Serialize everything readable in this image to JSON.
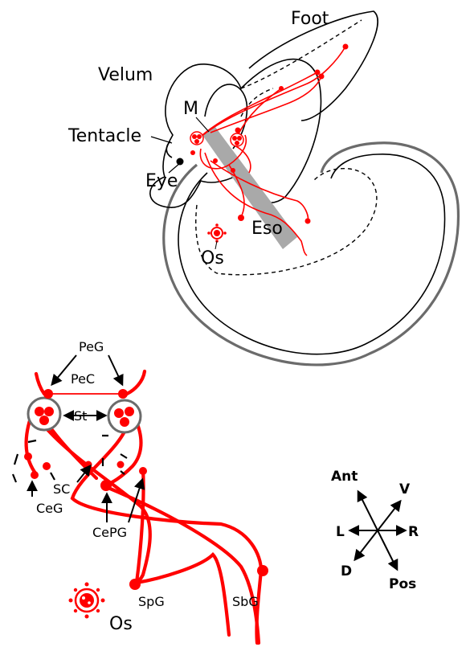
{
  "top_diagram": {
    "labels": {
      "foot": "Foot",
      "velum": "Velum",
      "m": "M",
      "tentacle": "Tentacle",
      "eye": "Eye",
      "eso": "Eso",
      "os": "Os"
    }
  },
  "bottom_diagram": {
    "labels": {
      "peg": "PeG",
      "pec": "PeC",
      "st": "St",
      "sc": "SC",
      "ceg": "CeG",
      "cepg": "CePG",
      "spg": "SpG",
      "sbg": "SbG",
      "os": "Os"
    }
  },
  "compass": {
    "ant": "Ant",
    "v": "V",
    "l": "L",
    "r": "R",
    "d": "D",
    "pos": "Pos"
  },
  "colors": {
    "nerve": "#ff0000",
    "outline": "#000000",
    "shell": "#6b6b6b",
    "esophagus": "#a9a9a9"
  }
}
